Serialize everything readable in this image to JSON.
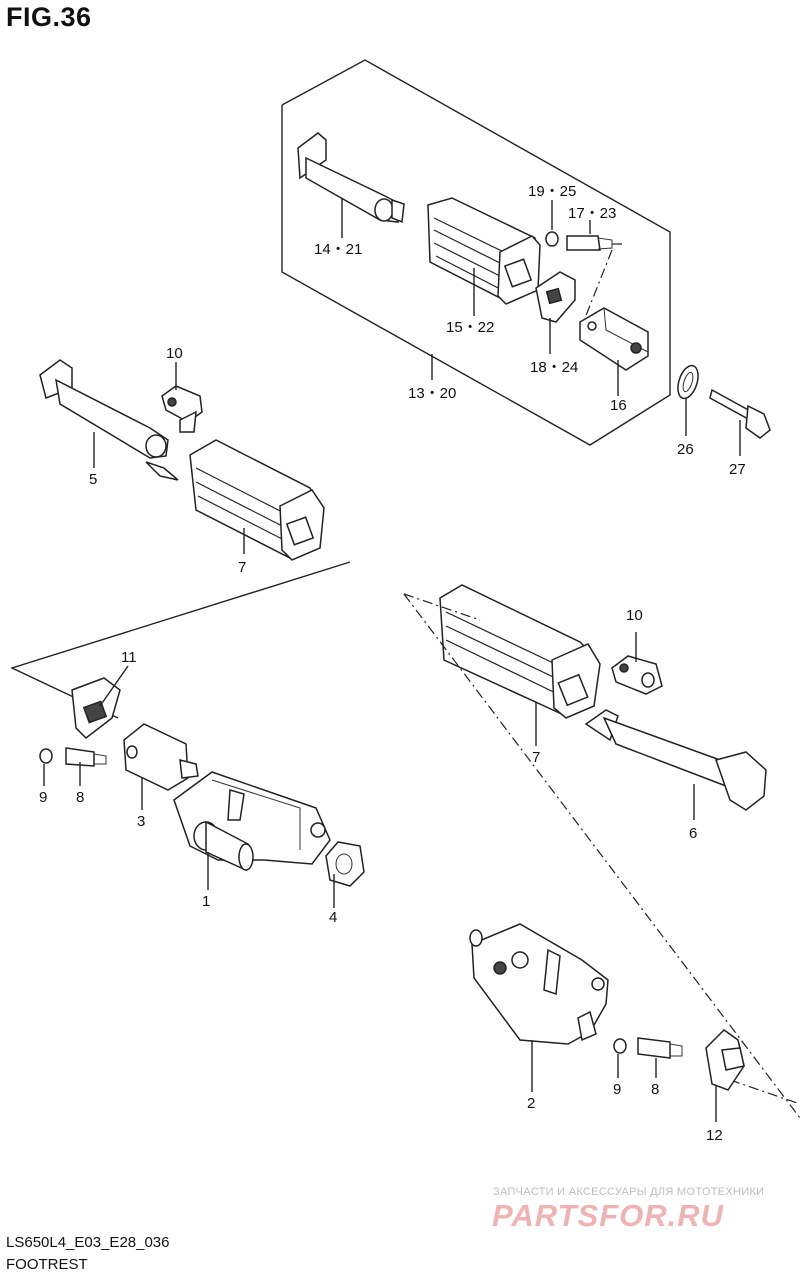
{
  "figure_title": "FIG.36",
  "diagram_code": "LS650L4_E03_E28_036",
  "section_name": "FOOTREST",
  "watermark": {
    "tagline": "ЗАПЧАСТИ И АКСЕССУАРЫ ДЛЯ МОТОТЕХНИКИ",
    "logo": "PARTSFOR.RU"
  },
  "callouts": {
    "c1": "1",
    "c2": "2",
    "c3": "3",
    "c4": "4",
    "c5": "5",
    "c6": "6",
    "c7a": "7",
    "c7b": "7",
    "c8a": "8",
    "c8b": "8",
    "c9a": "9",
    "c9b": "9",
    "c10a": "10",
    "c10b": "10",
    "c11": "11",
    "c12": "12",
    "c13_20": "13・20",
    "c14_21": "14・21",
    "c15_22": "15・22",
    "c16": "16",
    "c17_23": "17・23",
    "c18_24": "18・24",
    "c19_25": "19・25",
    "c26": "26",
    "c27": "27"
  }
}
